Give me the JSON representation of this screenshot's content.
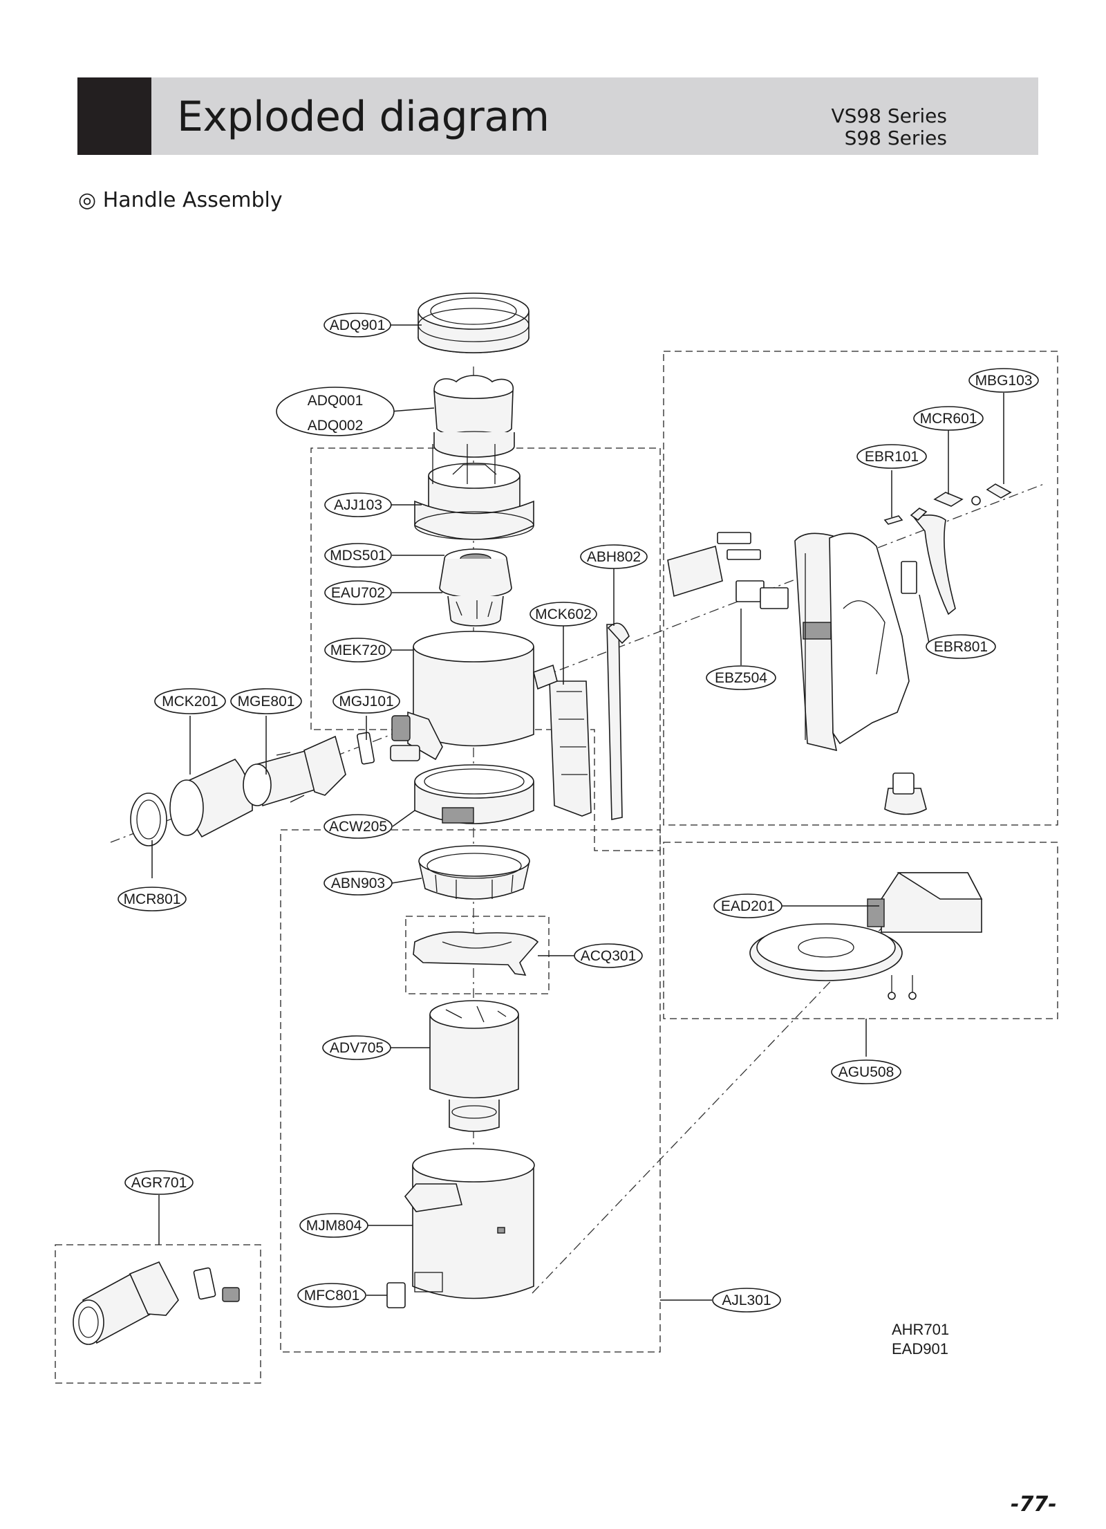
{
  "header": {
    "title": "Exploded diagram",
    "series": [
      "VS98 Series",
      "S98 Series"
    ]
  },
  "section_title": "◎ Handle Assembly",
  "page_number": "-77-",
  "callouts": {
    "ADQ901": "ADQ901",
    "ADQ001": "ADQ001",
    "ADQ002": "ADQ002",
    "AJJ103": "AJJ103",
    "MDS501": "MDS501",
    "EAU702": "EAU702",
    "MEK720": "MEK720",
    "MCK602": "MCK602",
    "ABH802": "ABH802",
    "MCK201": "MCK201",
    "MGE801": "MGE801",
    "MGJ101": "MGJ101",
    "ACW205": "ACW205",
    "MCR801": "MCR801",
    "ABN903": "ABN903",
    "ACQ301": "ACQ301",
    "ADV705": "ADV705",
    "AGR701": "AGR701",
    "MJM804": "MJM804",
    "MFC801": "MFC801",
    "AJL301": "AJL301",
    "MBG103": "MBG103",
    "MCR601": "MCR601",
    "EBR101": "EBR101",
    "EBR801": "EBR801",
    "EBZ504": "EBZ504",
    "EAD201": "EAD201",
    "AGU508": "AGU508"
  },
  "notes": [
    "AHR701",
    "EAD901"
  ]
}
